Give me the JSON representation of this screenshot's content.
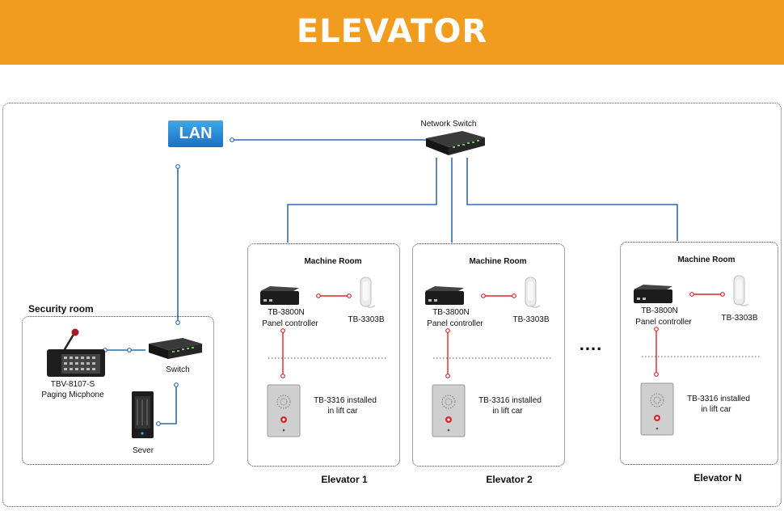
{
  "header": {
    "title": "ELEVATOR"
  },
  "lan": {
    "label": "LAN"
  },
  "network_switch": {
    "label": "Network Switch"
  },
  "security_room": {
    "title": "Security room",
    "mic_label_1": "TBV-8107-S",
    "mic_label_2": "Paging Micphone",
    "switch_label": "Switch",
    "server_label": "Sever"
  },
  "elevators": [
    {
      "room": "Machine Room",
      "controller_1": "TB-3800N",
      "controller_2": "Panel controller",
      "phone": "TB-3303B",
      "panel_1": "TB-3316 installed",
      "panel_2": "in lift car",
      "name": "Elevator 1"
    },
    {
      "room": "Machine Room",
      "controller_1": "TB-3800N",
      "controller_2": "Panel controller",
      "phone": "TB-3303B",
      "panel_1": "TB-3316 installed",
      "panel_2": "in lift car",
      "name": "Elevator 2"
    },
    {
      "room": "Machine Room",
      "controller_1": "TB-3800N",
      "controller_2": "Panel controller",
      "phone": "TB-3303B",
      "panel_1": "TB-3316 installed",
      "panel_2": "in lift car",
      "name": "Elevator N"
    }
  ],
  "ellipsis": "....",
  "colors": {
    "banner": "#f29c1f",
    "network_line": "#2b6cb0",
    "device_line": "#d9262b"
  }
}
